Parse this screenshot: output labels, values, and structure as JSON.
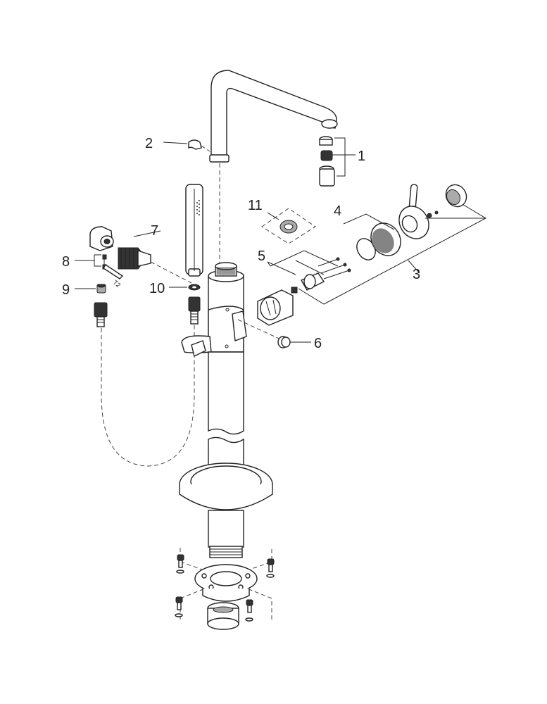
{
  "callouts": {
    "c1": "1",
    "c2": "2",
    "c3": "3",
    "c4": "4",
    "c5": "5",
    "c6": "6",
    "c7": "7",
    "c8": "8",
    "c9": "9",
    "c10": "10",
    "c11": "11",
    "tool_size": "T2"
  }
}
